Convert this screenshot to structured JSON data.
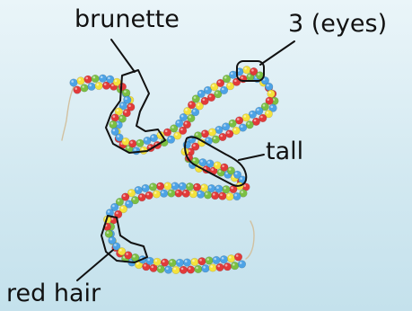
{
  "labels": {
    "brunette": "brunette",
    "eyes": "3 (eyes)",
    "tall": "tall",
    "red_hair": "red hair"
  },
  "colors": {
    "beads": [
      "#e23a3a",
      "#f4e23c",
      "#4da3e6",
      "#7bc043"
    ],
    "outline": "#111111",
    "tail": "#d2c1a0"
  }
}
